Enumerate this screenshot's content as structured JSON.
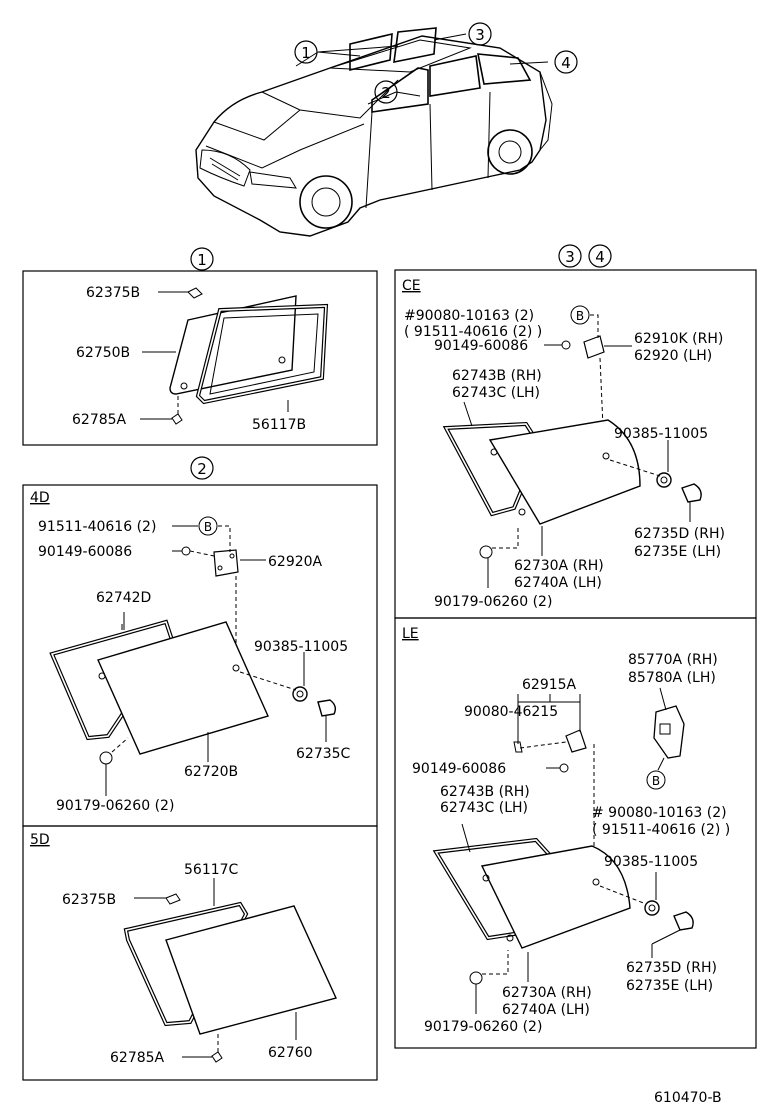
{
  "callouts": {
    "c1": "1",
    "c2": "2",
    "c3": "3",
    "c4": "4"
  },
  "sections": {
    "s1": {
      "callout": "1",
      "labels": {
        "clip": "62375B",
        "glass": "62750B",
        "fastener": "62785A",
        "weatherstrip": "56117B"
      }
    },
    "s2": {
      "callout": "2",
      "variant": "4D",
      "labels": {
        "washer_note": "91511-40616 (2)",
        "nut": "90149-60086",
        "hinge": "62920A",
        "weatherstrip": "62742D",
        "bolt": "90385-11005",
        "glass": "62720B",
        "cap": "62735C",
        "clip": "90179-06260 (2)"
      }
    },
    "s5": {
      "variant": "5D",
      "labels": {
        "weatherstrip": "56117C",
        "clip": "62375B",
        "fastener": "62785A",
        "glass": "62760"
      }
    },
    "s34": {
      "callout_a": "3",
      "callout_b": "4",
      "ce": {
        "variant": "CE",
        "labels": {
          "bolt_note": "#90080-10163 (2)",
          "washer_note": "( 91511-40616 (2) )",
          "nut": "90149-60086",
          "hinge_rh": "62910K (RH)",
          "hinge_lh": "62920   (LH)",
          "ws_rh": "62743B (RH)",
          "ws_lh": "62743C (LH)",
          "bolt": "90385-11005",
          "cap_rh": "62735D (RH)",
          "cap_lh": "62735E (LH)",
          "glass_rh": "62730A (RH)",
          "glass_lh": "62740A (LH)",
          "clip": "90179-06260 (2)"
        }
      },
      "le": {
        "variant": "LE",
        "labels": {
          "motor_rh": "85770A (RH)",
          "motor_lh": "85780A (LH)",
          "hinge": "62915A",
          "pin": "90080-46215",
          "nut": "90149-60086",
          "ws_rh": "62743B (RH)",
          "ws_lh": "62743C (LH)",
          "bolt_note": "# 90080-10163 (2)",
          "washer_note": "( 91511-40616 (2) )",
          "bolt": "90385-11005",
          "cap_rh": "62735D (RH)",
          "cap_lh": "62735E (LH)",
          "glass_rh": "62730A (RH)",
          "glass_lh": "62740A (LH)",
          "clip": "90179-06260 (2)"
        }
      }
    },
    "ref_b": "B"
  },
  "figure_code": "610470-B"
}
